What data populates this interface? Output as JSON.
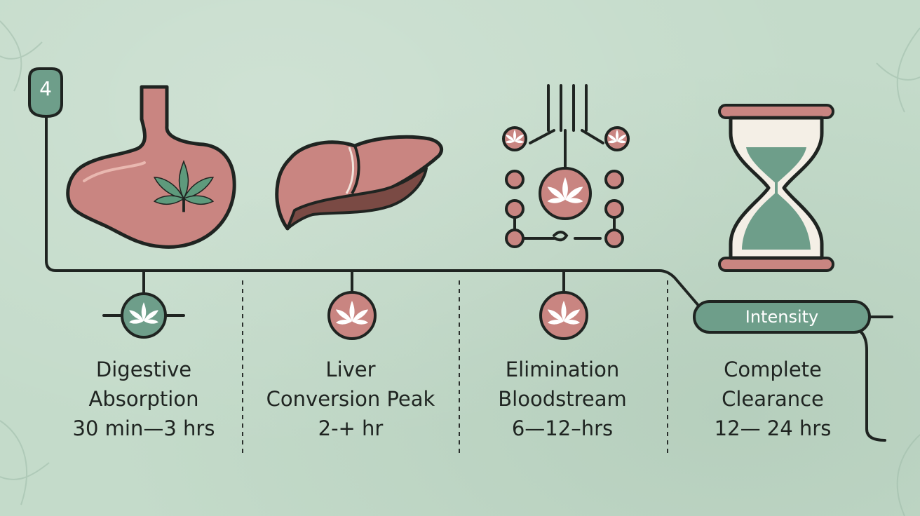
{
  "badge": {
    "number": "4"
  },
  "legend": {
    "pill_label": "Intensity"
  },
  "stages": [
    {
      "id": "digestive",
      "line1": "Digestive",
      "line2": "Absorption",
      "time": "30 min—3 hrs"
    },
    {
      "id": "liver",
      "line1": "Liver",
      "line2": "Conversion Peak",
      "time": "2-+ hr"
    },
    {
      "id": "elimination",
      "line1": "Elimination",
      "line2": "Bloodstream",
      "time": "6—12–hrs"
    },
    {
      "id": "clearance",
      "line1": "Complete",
      "line2": "Clearance",
      "time": "12— 24 hrs"
    }
  ],
  "icons": {
    "stage_1": "stomach-icon",
    "stage_2": "liver-icon",
    "stage_3": "circulation-icon",
    "stage_4": "hourglass-icon",
    "node": "cannabis-leaf-icon"
  },
  "colors": {
    "background": "#c4dbca",
    "line": "#1f2421",
    "accent_green": "#6e9e8a",
    "accent_rose": "#c98581",
    "organ_dark": "#7a4a44"
  }
}
